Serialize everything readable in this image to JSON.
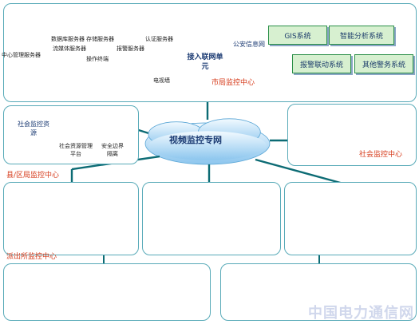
{
  "city_center": {
    "title": "市局监控中心",
    "servers": [
      "中心管理服务器",
      "数据库服务器",
      "流媒体服务器",
      "存储服务器",
      "报警服务器",
      "认证服务器"
    ],
    "ops": [
      "操作终端",
      "电视墙"
    ],
    "gateway": "接入联网单元",
    "net": "公安信息网",
    "systems": [
      "GIS系统",
      "智能分析系统",
      "报警联动系统",
      "其他警务系统"
    ]
  },
  "social_left": {
    "cloud": "社会监控资源",
    "platform": "社会资源管理平台",
    "firewall": "安全边界隔离"
  },
  "network": "视频监控专网",
  "social_right": {
    "title": "社会监控中心"
  },
  "district": {
    "title": "县/区局监控中心"
  },
  "police_station": {
    "title": "派出所监控中心"
  },
  "watermark": "中国电力通信网"
}
